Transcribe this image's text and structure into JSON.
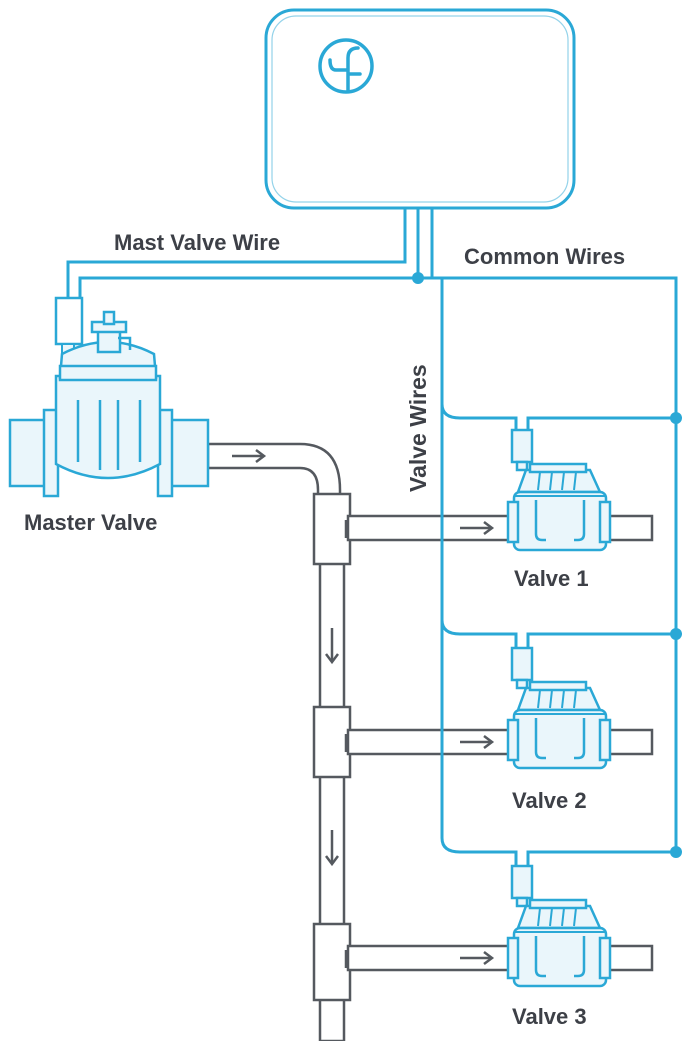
{
  "labels": {
    "master_wire": "Mast Valve Wire",
    "common_wires": "Common Wires",
    "valve_wires": "Valve Wires",
    "master_valve": "Master Valve",
    "valves": [
      "Valve 1",
      "Valve 2",
      "Valve 3"
    ]
  },
  "colors": {
    "wire": "#2aa8d6",
    "pipe": "#55595f",
    "text": "#3d4047",
    "valve_fill": "#eaf6fb"
  },
  "icons": {
    "controller_logo": "tree-logo-icon",
    "flow_arrow": "arrow-icon"
  }
}
